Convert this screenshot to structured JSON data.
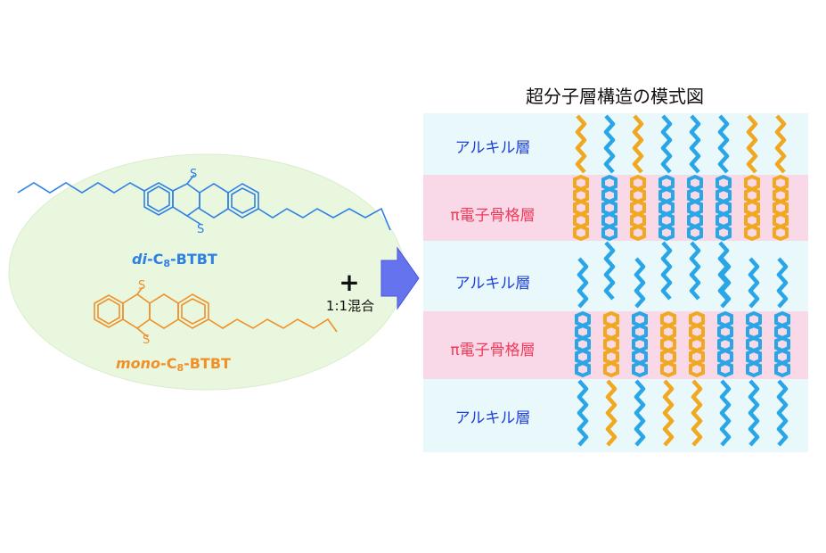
{
  "title": "超分子層構造の模式図",
  "plus_sign": "+",
  "ratio_label": "1:1混合",
  "compounds": {
    "di": {
      "prefix": "di",
      "c": "-C",
      "sub": "8",
      "suffix": "-BTBT",
      "color": "#2f80e6"
    },
    "mono": {
      "prefix": "mono",
      "c": "-C",
      "sub": "8",
      "suffix": "-BTBT",
      "color": "#f0902a"
    },
    "sulfur": "S"
  },
  "layers": [
    {
      "type": "alkyl",
      "label": "アルキル層"
    },
    {
      "type": "pi",
      "label": "π電子骨格層"
    },
    {
      "type": "alkyl",
      "label": "アルキル層"
    },
    {
      "type": "pi",
      "label": "π電子骨格層"
    },
    {
      "type": "alkyl",
      "label": "アルキル層"
    }
  ],
  "colors": {
    "alkyl_band": "#e8f8fb",
    "pi_band": "#fbd5e6",
    "ellipse": "#e8f7dd",
    "di_molecule": "#2aa6e6",
    "mono_molecule": "#f0a820",
    "arrow": "#6673ee"
  }
}
